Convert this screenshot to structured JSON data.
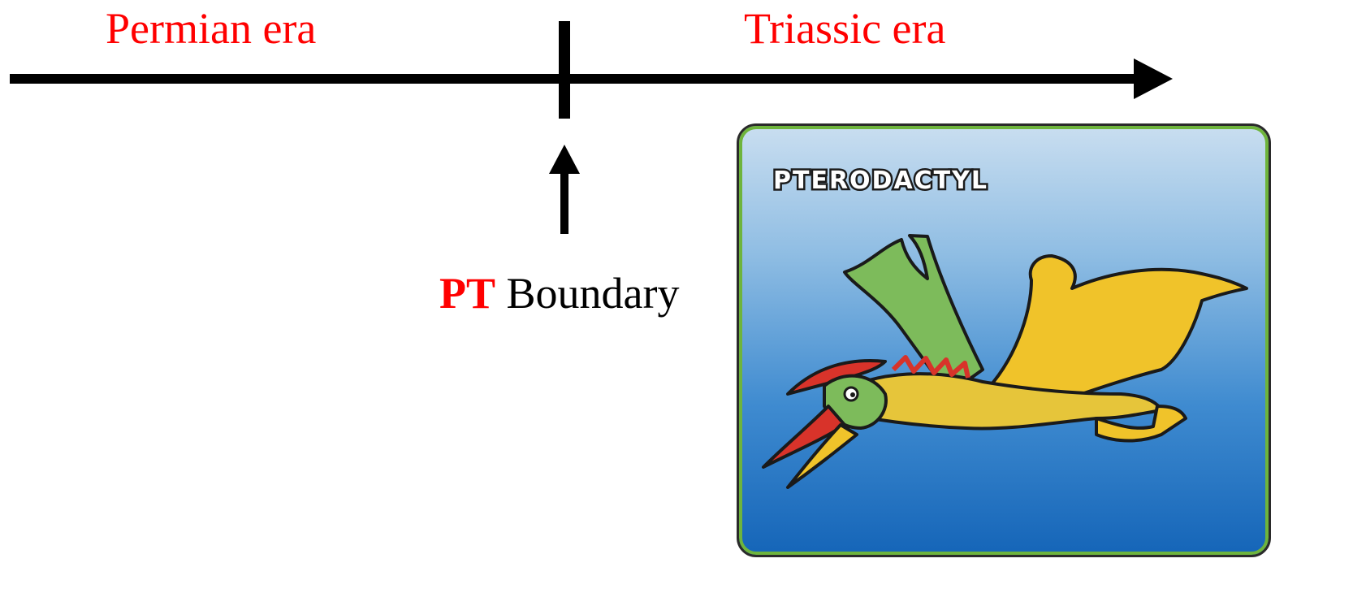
{
  "timeline": {
    "left_era": "Permian era",
    "right_era": "Triassic era"
  },
  "boundary": {
    "abbreviation": "PT",
    "label": " Boundary"
  },
  "card": {
    "title": "PTERODACTYL"
  },
  "colors": {
    "era_text": "#ff0000",
    "axis": "#000000",
    "card_border_green": "#6eb43c",
    "card_blue": "#1565b8"
  }
}
